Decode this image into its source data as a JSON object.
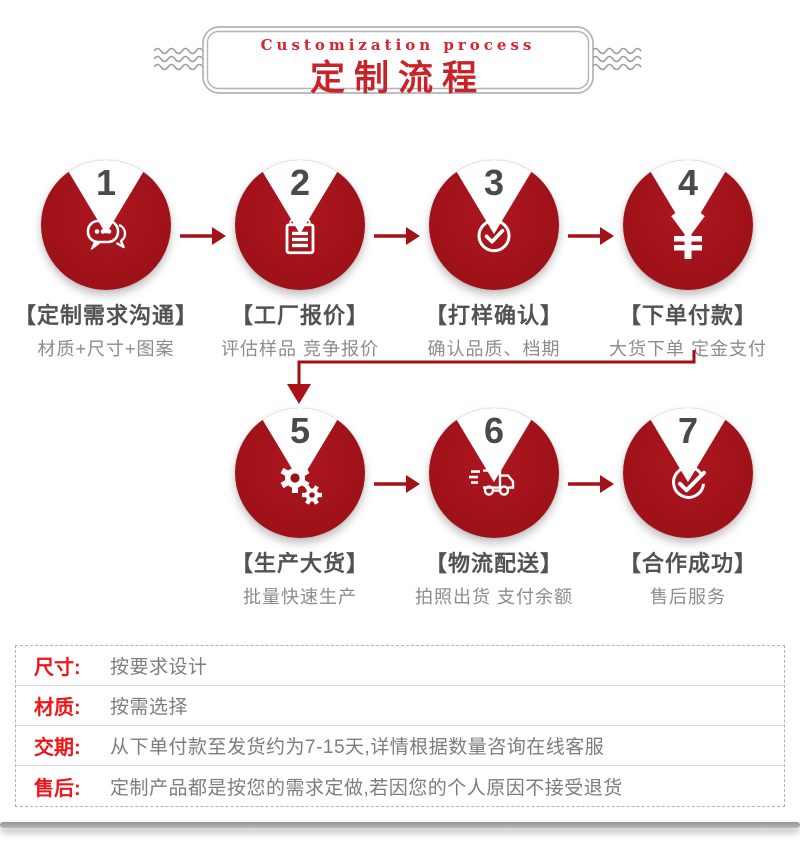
{
  "header": {
    "subtitle_en": "Customization process",
    "title_zh": "定制流程"
  },
  "steps": [
    {
      "num": "1",
      "icon": "chat-icon",
      "title": "【定制需求沟通】",
      "subtitle": "材质+尺寸+图案"
    },
    {
      "num": "2",
      "icon": "notepad-icon",
      "title": "【工厂报价】",
      "subtitle": "评估样品 竞争报价"
    },
    {
      "num": "3",
      "icon": "check-circle-icon",
      "title": "【打样确认】",
      "subtitle": "确认品质、档期"
    },
    {
      "num": "4",
      "icon": "yuan-icon",
      "title": "【下单付款】",
      "subtitle": "大货下单 定金支付"
    },
    {
      "num": "5",
      "icon": "gears-icon",
      "title": "【生产大货】",
      "subtitle": "批量快速生产"
    },
    {
      "num": "6",
      "icon": "truck-icon",
      "title": "【物流配送】",
      "subtitle": "拍照出货 支付余额"
    },
    {
      "num": "7",
      "icon": "check-badge-icon",
      "title": "【合作成功】",
      "subtitle": "售后服务"
    }
  ],
  "info_table": {
    "rows": [
      {
        "label": "尺寸:",
        "value": "按要求设计"
      },
      {
        "label": "材质:",
        "value": "按需选择"
      },
      {
        "label": "交期:",
        "value": "从下单付款至发货约为7-15天,详情根据数量咨询在线客服"
      },
      {
        "label": "售后:",
        "value": "定制产品都是按您的需求定做,若因您的个人原因不接受退货"
      }
    ]
  },
  "colors": {
    "circle_red": "#9d1118",
    "accent_red": "#a31219",
    "header_red": "#c9232a",
    "label_red": "#ee1519",
    "title_gray": "#525252",
    "subtitle_gray": "#8c8c8c"
  }
}
